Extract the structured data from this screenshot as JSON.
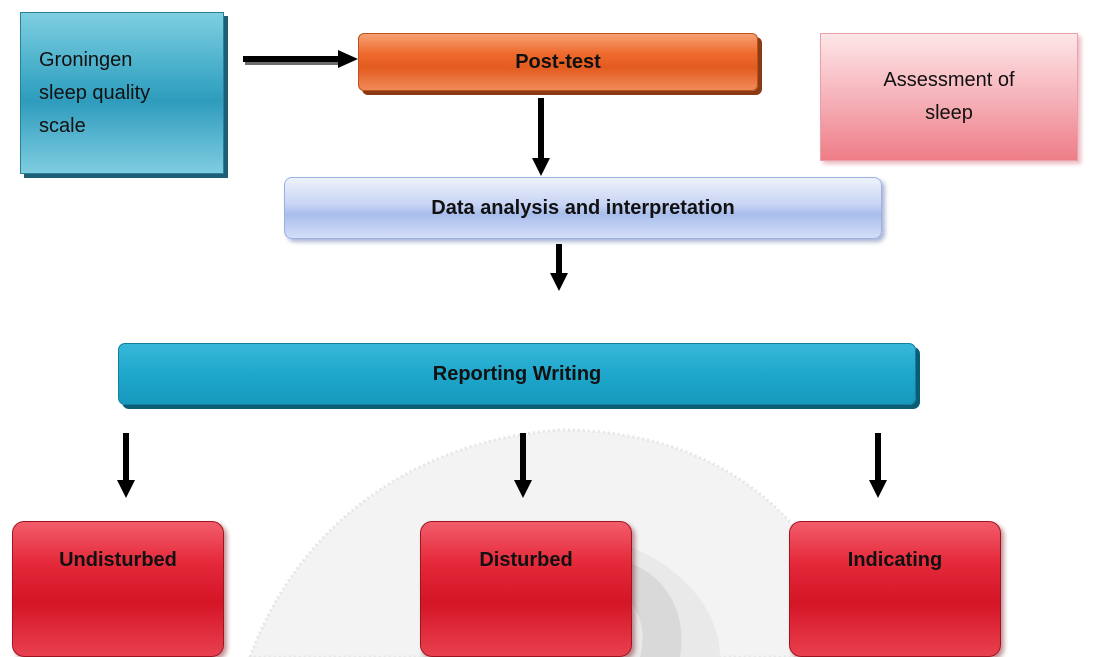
{
  "nodes": {
    "groningen": {
      "lines": [
        "Groningen",
        "sleep quality",
        "scale"
      ]
    },
    "posttest": "Post-test",
    "assessment": {
      "lines": [
        "Assessment of",
        "sleep"
      ]
    },
    "data_analysis": "Data analysis and interpretation",
    "report": "Reporting Writing",
    "outcomes": [
      "Undisturbed",
      "Disturbed",
      "Indicating"
    ]
  },
  "colors": {
    "groningen": "#39a6c4",
    "posttest": "#ee6a2c",
    "assessment": "#f6b3ba",
    "data_analysis": "#c6d3f3",
    "report": "#1ea7cc",
    "outcome": "#e52a3b",
    "arrow": "#000000"
  }
}
